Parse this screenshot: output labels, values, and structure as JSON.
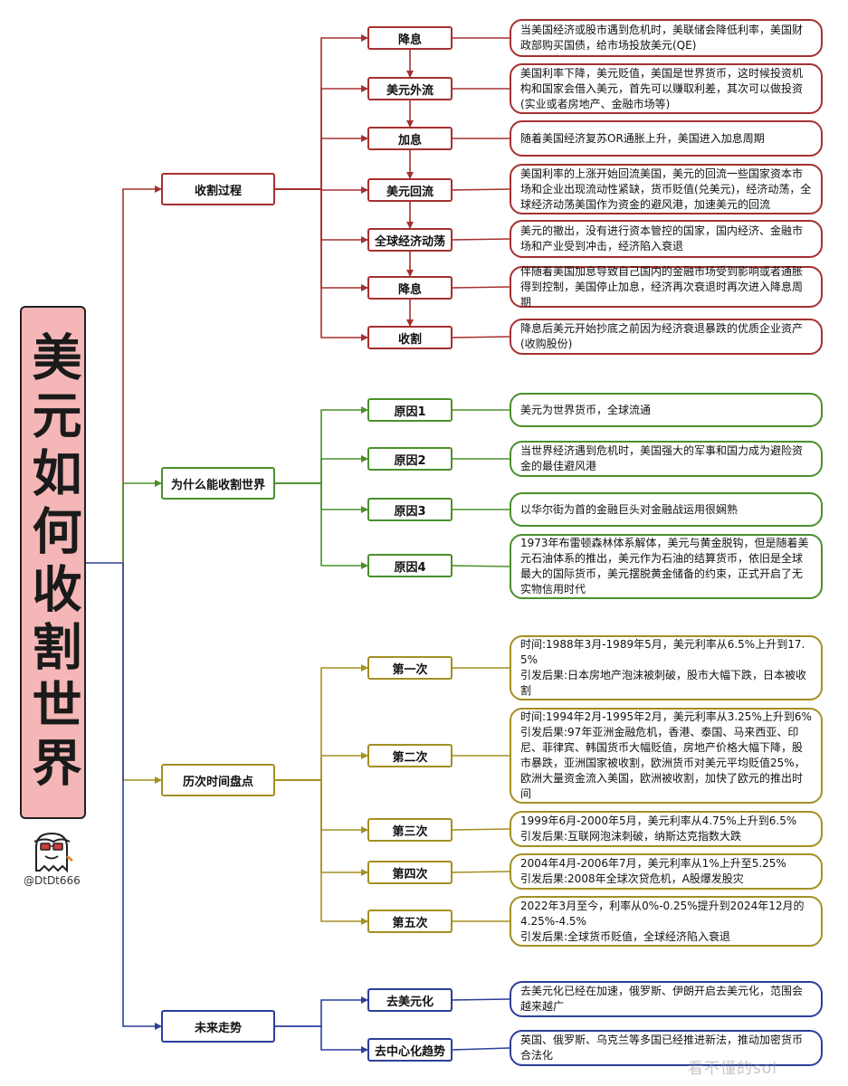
{
  "root": {
    "title": "美元如何收割世界"
  },
  "author": {
    "handle": "@DtDt666"
  },
  "watermark": "看不懂的sol",
  "colors": {
    "red": "#a53030",
    "green": "#4b8f2c",
    "olive": "#a48f22",
    "blue": "#2b3f99",
    "root_fill": "#f4b6b6"
  },
  "branches": [
    {
      "label": "收割过程",
      "color": "red",
      "items": [
        {
          "label": "降息",
          "text": "当美国经济或股市遇到危机时，美联储会降低利率，美国财政部购买国债，给市场投放美元(QE)"
        },
        {
          "label": "美元外流",
          "text": "美国利率下降，美元贬值，美国是世界货币，这时候投资机构和国家会借入美元，首先可以赚取利差，其次可以做投资(实业或者房地产、金融市场等)"
        },
        {
          "label": "加息",
          "text": "随着美国经济复苏OR通胀上升，美国进入加息周期"
        },
        {
          "label": "美元回流",
          "text": "美国利率的上涨开始回流美国，美元的回流一些国家资本市场和企业出现流动性紧缺，货币贬值(兑美元)，经济动荡，全球经济动荡美国作为资金的避风港，加速美元的回流"
        },
        {
          "label": "全球经济动荡",
          "text": "美元的撤出，没有进行资本管控的国家，国内经济、金融市场和产业受到冲击，经济陷入衰退"
        },
        {
          "label": "降息",
          "text": "伴随着美国加息导致自己国内的金融市场受到影响或者通胀得到控制，美国停止加息，经济再次衰退时再次进入降息周期"
        },
        {
          "label": "收割",
          "text": "降息后美元开始抄底之前因为经济衰退暴跌的优质企业资产(收购股份)"
        }
      ]
    },
    {
      "label": "为什么能收割世界",
      "color": "green",
      "items": [
        {
          "label": "原因1",
          "text": "美元为世界货币，全球流通"
        },
        {
          "label": "原因2",
          "text": "当世界经济遇到危机时，美国强大的军事和国力成为避险资金的最佳避风港"
        },
        {
          "label": "原因3",
          "text": "以华尔街为首的金融巨头对金融战运用很娴熟"
        },
        {
          "label": "原因4",
          "text": "1973年布雷顿森林体系解体，美元与黄金脱钩，但是随着美元石油体系的推出，美元作为石油的结算货币，依旧是全球最大的国际货币，美元摆脱黄金储备的约束，正式开启了无实物信用时代"
        }
      ]
    },
    {
      "label": "历次时间盘点",
      "color": "olive",
      "items": [
        {
          "label": "第一次",
          "text": "时间:1988年3月-1989年5月，美元利率从6.5%上升到17.5%\n引发后果:日本房地产泡沫被刺破，股市大幅下跌，日本被收割"
        },
        {
          "label": "第二次",
          "text": "时间:1994年2月-1995年2月，美元利率从3.25%上升到6%\n引发后果:97年亚洲金融危机，香港、泰国、马来西亚、印尼、菲律宾、韩国货币大幅贬值，房地产价格大幅下降，股市暴跌，亚洲国家被收割，欧洲货币对美元平均贬值25%，欧洲大量资金流入美国，欧洲被收割，加快了欧元的推出时间"
        },
        {
          "label": "第三次",
          "text": "1999年6月-2000年5月，美元利率从4.75%上升到6.5%\n引发后果:互联网泡沫刺破，纳斯达克指数大跌"
        },
        {
          "label": "第四次",
          "text": "2004年4月-2006年7月，美元利率从1%上升至5.25%\n引发后果:2008年全球次贷危机，A股爆发股灾"
        },
        {
          "label": "第五次",
          "text": "2022年3月至今，利率从0%-0.25%提升到2024年12月的4.25%-4.5%\n引发后果:全球货币贬值，全球经济陷入衰退"
        }
      ]
    },
    {
      "label": "未来走势",
      "color": "blue",
      "items": [
        {
          "label": "去美元化",
          "text": "去美元化已经在加速，俄罗斯、伊朗开启去美元化，范围会越来越广"
        },
        {
          "label": "去中心化趋势",
          "text": "英国、俄罗斯、乌克兰等多国已经推进新法，推动加密货币合法化"
        }
      ]
    }
  ]
}
